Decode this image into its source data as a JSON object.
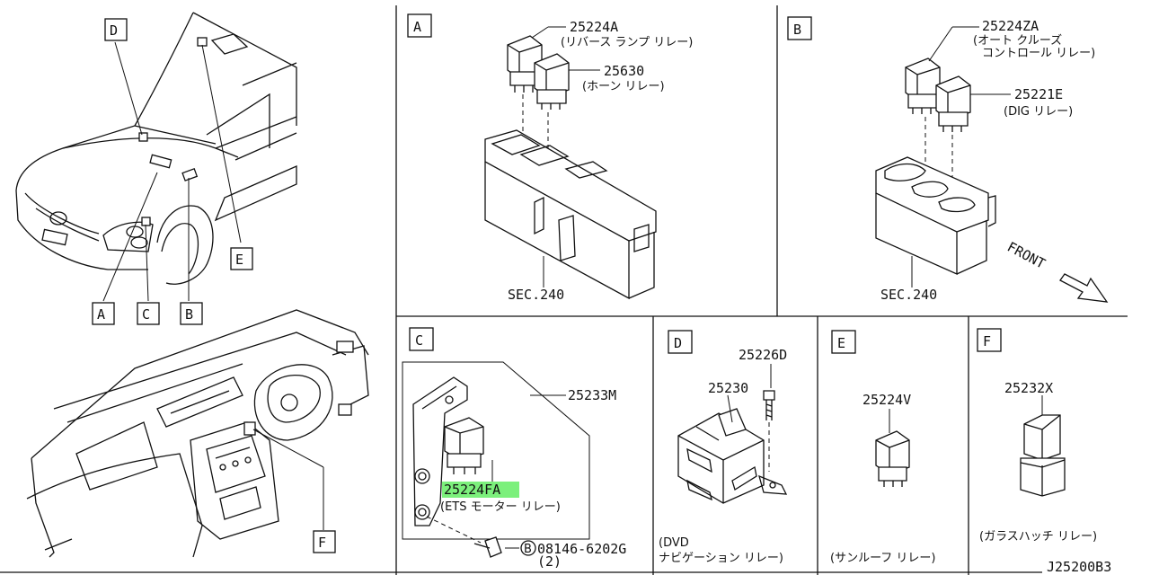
{
  "diagram_id": "J25200B3",
  "overview": {
    "car_callouts": [
      "D",
      "E",
      "A",
      "C",
      "B"
    ],
    "dash_callout": "F"
  },
  "panels": {
    "A": {
      "letter": "A",
      "parts": [
        {
          "number": "25224A",
          "name": "(リバース ランプ リレー)"
        },
        {
          "number": "25630",
          "name": "(ホーン リレー)"
        }
      ],
      "section": "SEC.240"
    },
    "B": {
      "letter": "B",
      "parts": [
        {
          "number": "25224ZA",
          "name_line1": "(オート クルーズ",
          "name_line2": "コントロール リレー)"
        },
        {
          "number": "25221E",
          "name": "(DIG リレー)"
        }
      ],
      "section": "SEC.240",
      "front_label": "FRONT"
    },
    "C": {
      "letter": "C",
      "bracket": "25233M",
      "relay": {
        "number": "25224FA",
        "name": "(ETS モーター リレー)"
      },
      "bolt": {
        "prefix": "B",
        "number": "08146-6202G",
        "qty": "(2)"
      }
    },
    "D": {
      "letter": "D",
      "screw": "25226D",
      "relay": "25230",
      "name_line1": "(DVD",
      "name_line2": "ナビゲーション リレー)"
    },
    "E": {
      "letter": "E",
      "relay": "25224V",
      "name": "(サンルーフ リレー)"
    },
    "F": {
      "letter": "F",
      "relay": "25232X",
      "name": "(ガラスハッチ リレー)"
    }
  },
  "colors": {
    "line": "#111111",
    "highlight": "#7cf07c",
    "background": "#ffffff"
  }
}
